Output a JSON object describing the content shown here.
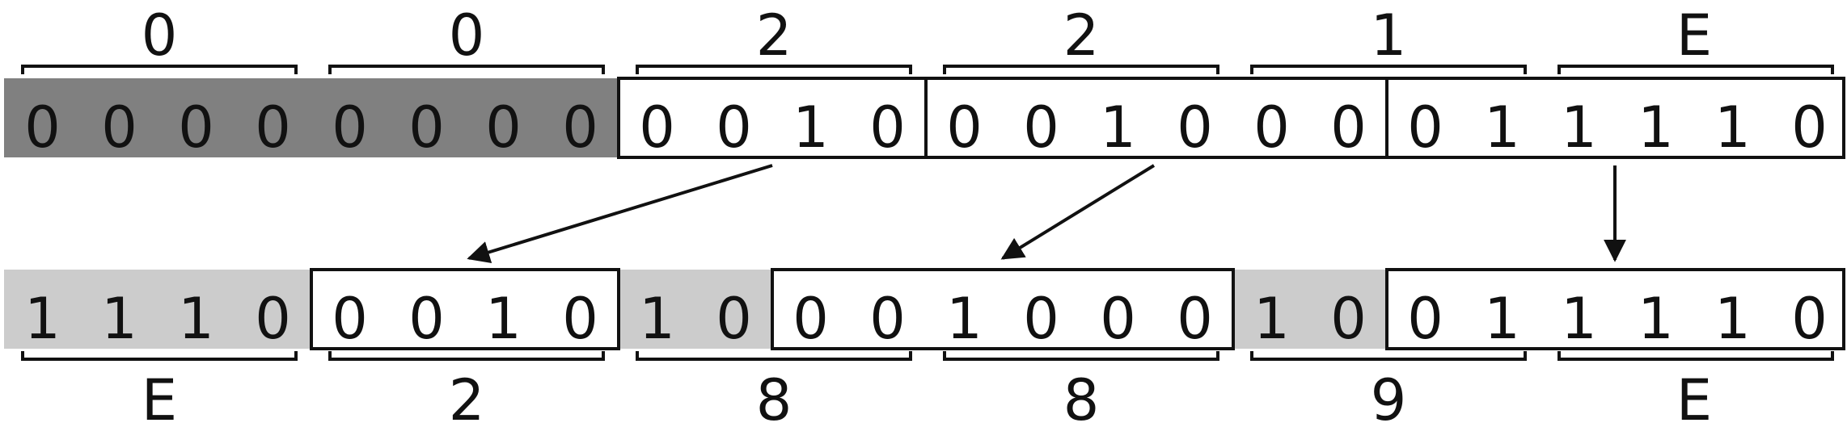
{
  "colors": {
    "dark_fill": "#808080",
    "light_fill": "#cccccc",
    "stroke": "#111111"
  },
  "top": {
    "hex_labels": [
      "0",
      "0",
      "2",
      "2",
      "1",
      "E"
    ],
    "bits": [
      "0",
      "0",
      "0",
      "0",
      "0",
      "0",
      "0",
      "0",
      "0",
      "0",
      "1",
      "0",
      "0",
      "0",
      "1",
      "0",
      "0",
      "0",
      "0",
      "1",
      "1",
      "1",
      "1",
      "0"
    ]
  },
  "bottom": {
    "hex_labels": [
      "E",
      "2",
      "8",
      "8",
      "9",
      "E"
    ],
    "bits": [
      "1",
      "1",
      "1",
      "0",
      "0",
      "0",
      "1",
      "0",
      "1",
      "0",
      "0",
      "0",
      "1",
      "0",
      "0",
      "0",
      "1",
      "0",
      "0",
      "1",
      "1",
      "1",
      "1",
      "0"
    ]
  }
}
